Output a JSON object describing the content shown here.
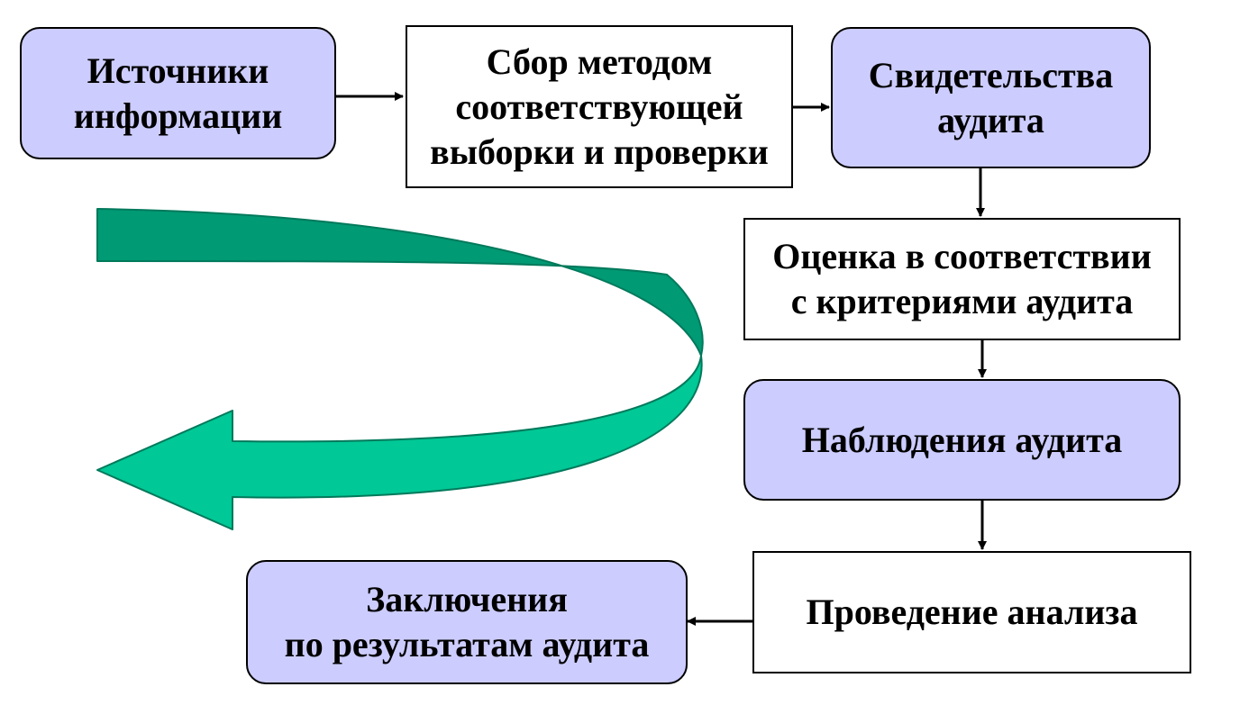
{
  "diagram": {
    "nodes": {
      "sources": {
        "text": "Источники\nинформации"
      },
      "collection": {
        "text": "Сбор методом\nсоответствующей\nвыборки и проверки"
      },
      "evidence": {
        "text": "Свидетельства\nаудита"
      },
      "evaluation": {
        "text": "Оценка в соответствии\nс критериями аудита"
      },
      "findings": {
        "text": "Наблюдения аудита"
      },
      "analysis": {
        "text": "Проведение анализа"
      },
      "conclusions": {
        "text": "Заключения\nпо результатам  аудита"
      }
    },
    "colors": {
      "rounded_fill": "#ccccff",
      "square_fill": "#ffffff",
      "border": "#000000",
      "arrow_light": "#00c896",
      "arrow_dark": "#009a74"
    }
  }
}
